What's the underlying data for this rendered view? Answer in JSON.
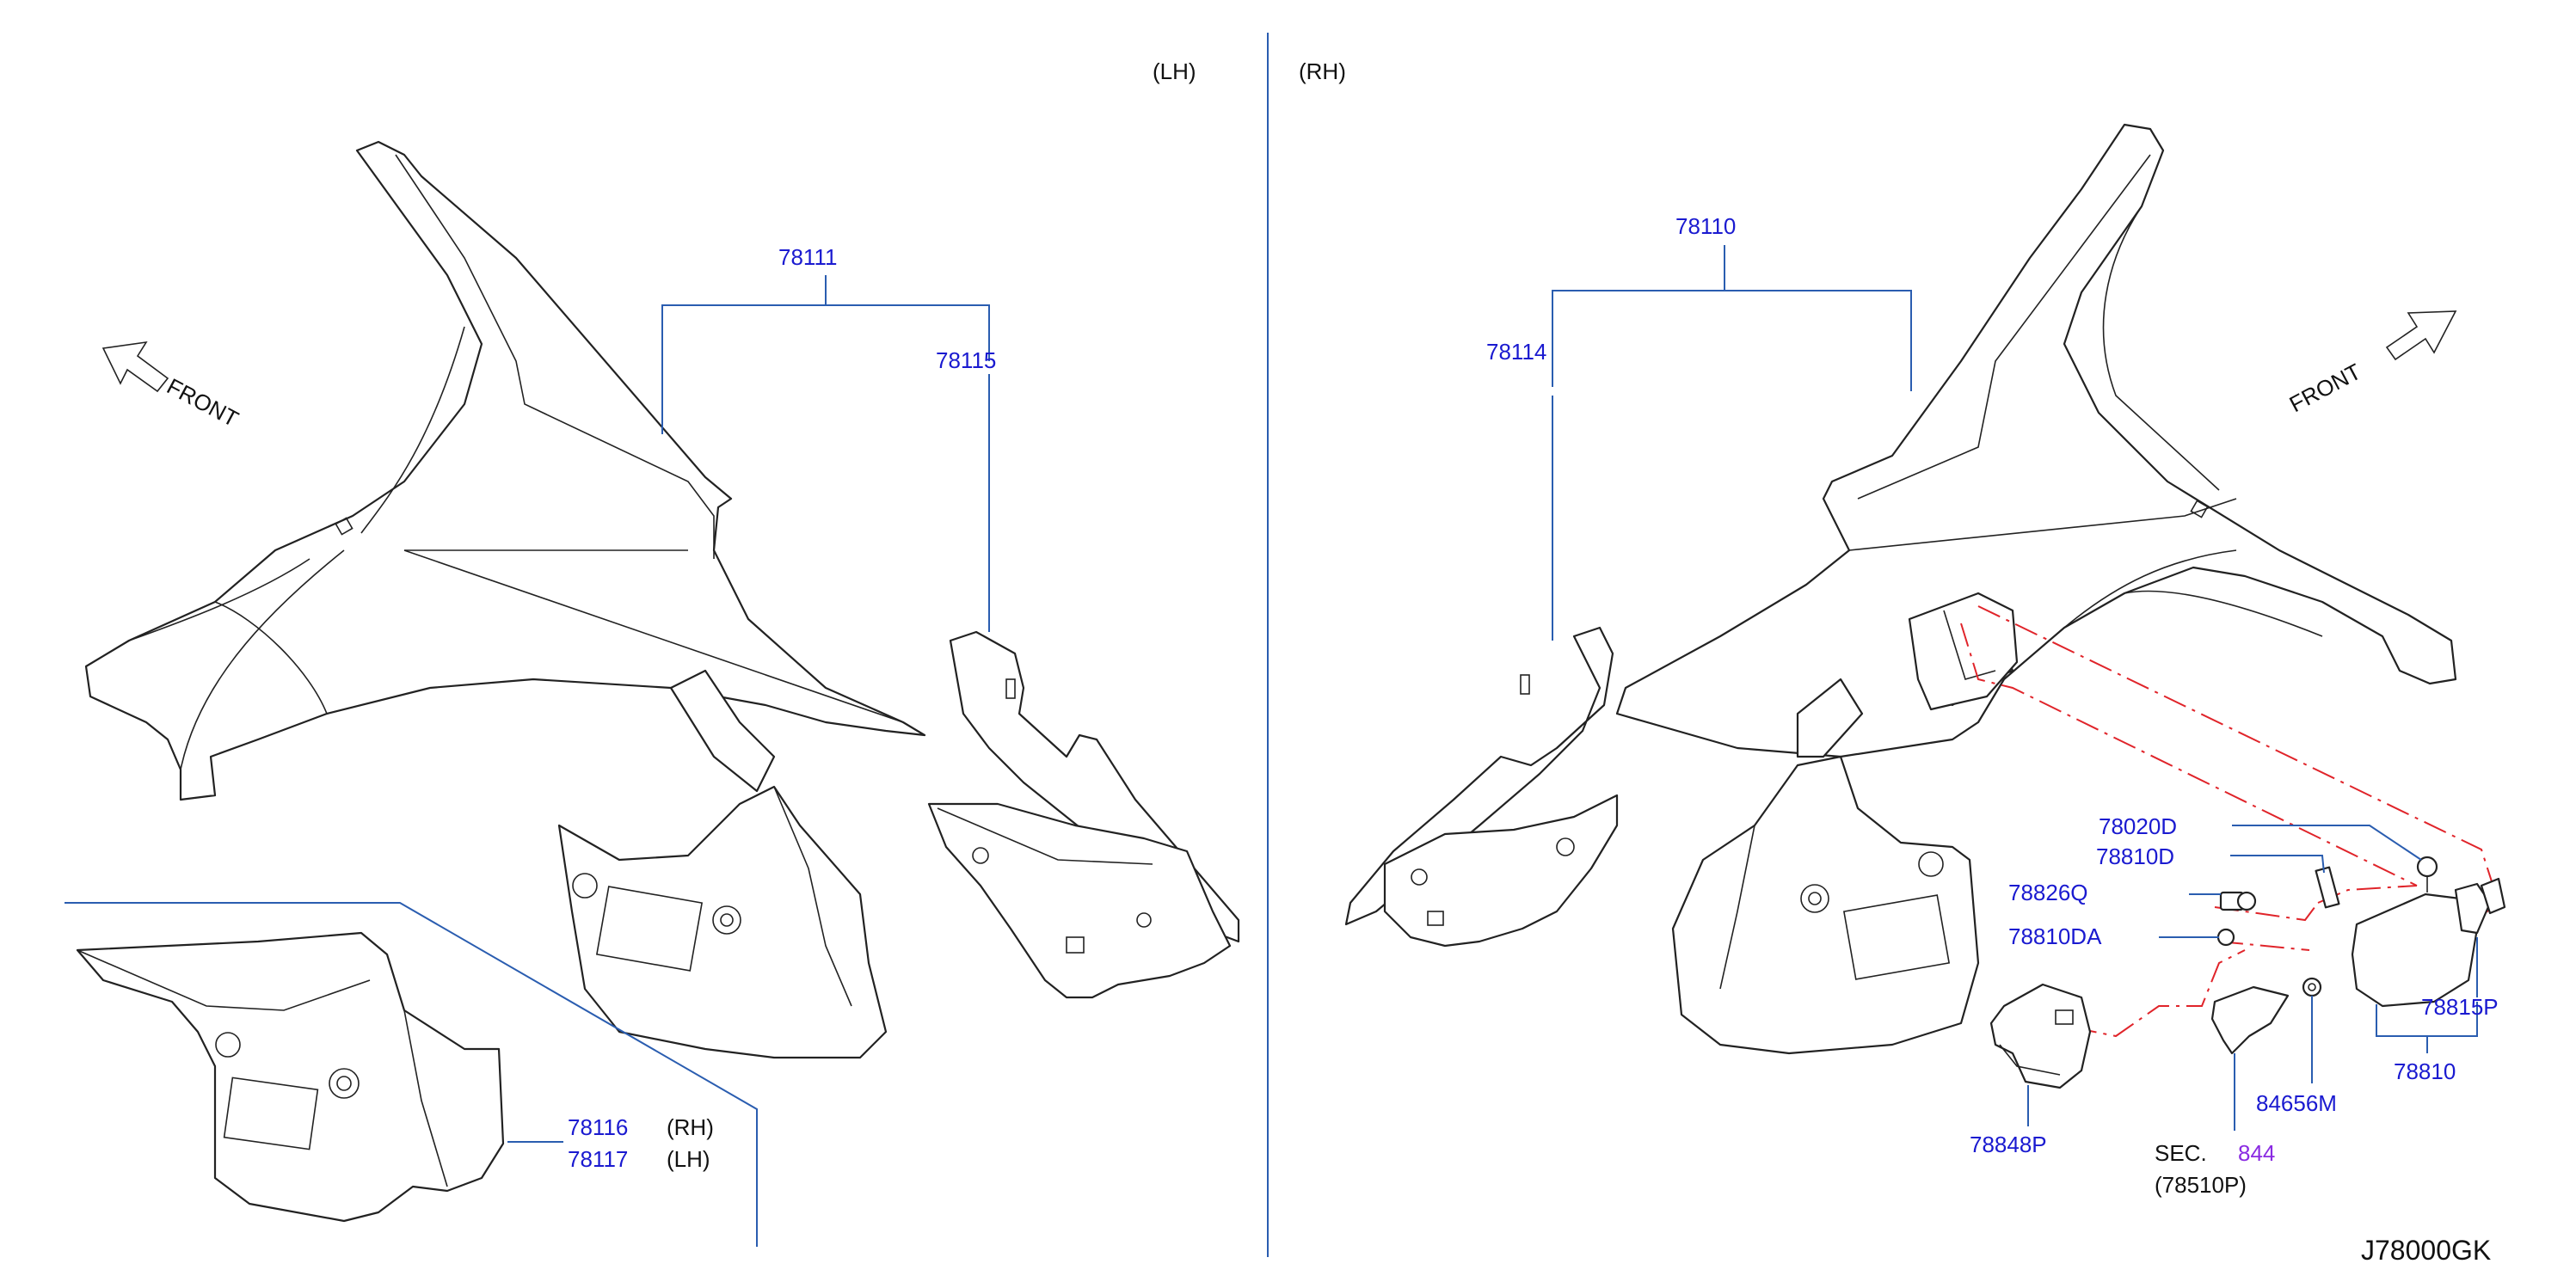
{
  "sides": {
    "left": "(LH)",
    "right": "(RH)"
  },
  "front_label": "FRONT",
  "parts": {
    "p78111": "78111",
    "p78115": "78115",
    "p78110": "78110",
    "p78114": "78114",
    "p78116": "78116",
    "p78116_side": "(RH)",
    "p78117": "78117",
    "p78117_side": "(LH)",
    "p78020D": "78020D",
    "p78810D": "78810D",
    "p78826Q": "78826Q",
    "p78810DA": "78810DA",
    "p78815P": "78815P",
    "p78810": "78810",
    "p84656M": "84656M",
    "p78848P": "78848P"
  },
  "section": {
    "prefix": "SEC.",
    "number": "844",
    "ref": "(78510P)"
  },
  "diagram_code": "J78000GK"
}
